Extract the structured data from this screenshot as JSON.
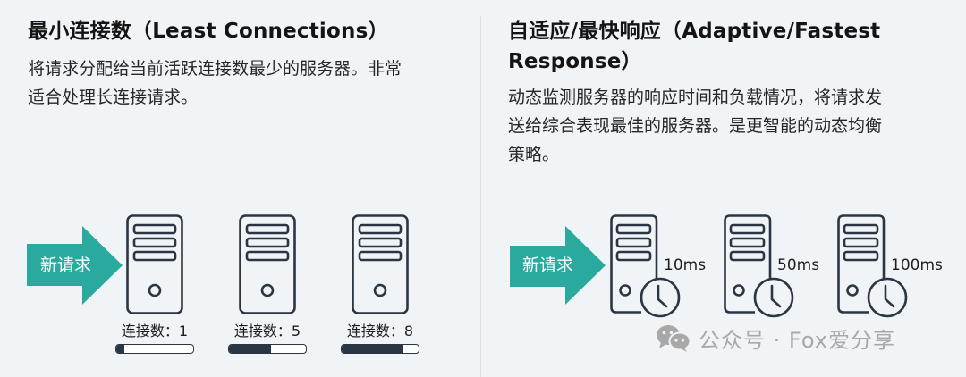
{
  "colors": {
    "background": "#f1f4f7",
    "accent_teal": "#2aaa9f",
    "icon_stroke": "#2a3644",
    "watermark_gray": "#a8a8a8",
    "divider": "#d9dde2"
  },
  "left_panel": {
    "title": "最小连接数（Least Connections）",
    "description_lines": [
      "将请求分配给当前活跃连接数最少的服务器。非常",
      "适合处理长连接请求。"
    ],
    "arrow_label": "新请求",
    "servers": [
      {
        "label": "连接数：1",
        "connections": 1,
        "bar_fill_pct": 10
      },
      {
        "label": "连接数：5",
        "connections": 5,
        "bar_fill_pct": 55
      },
      {
        "label": "连接数：8",
        "connections": 8,
        "bar_fill_pct": 80
      }
    ]
  },
  "right_panel": {
    "title_lines": [
      "自适应/最快响应（Adaptive/Fastest",
      "Response）"
    ],
    "description_lines": [
      "动态监测服务器的响应时间和负载情况，将请求发",
      "送给综合表现最佳的服务器。是更智能的动态均衡",
      "策略。"
    ],
    "arrow_label": "新请求",
    "servers": [
      {
        "latency": "10ms",
        "icon": "clock-icon"
      },
      {
        "latency": "50ms",
        "icon": "clock-icon"
      },
      {
        "latency": "100ms",
        "icon": "clock-icon"
      }
    ]
  },
  "watermark": {
    "icon": "wechat-icon",
    "text": "公众号 · Fox爱分享"
  }
}
